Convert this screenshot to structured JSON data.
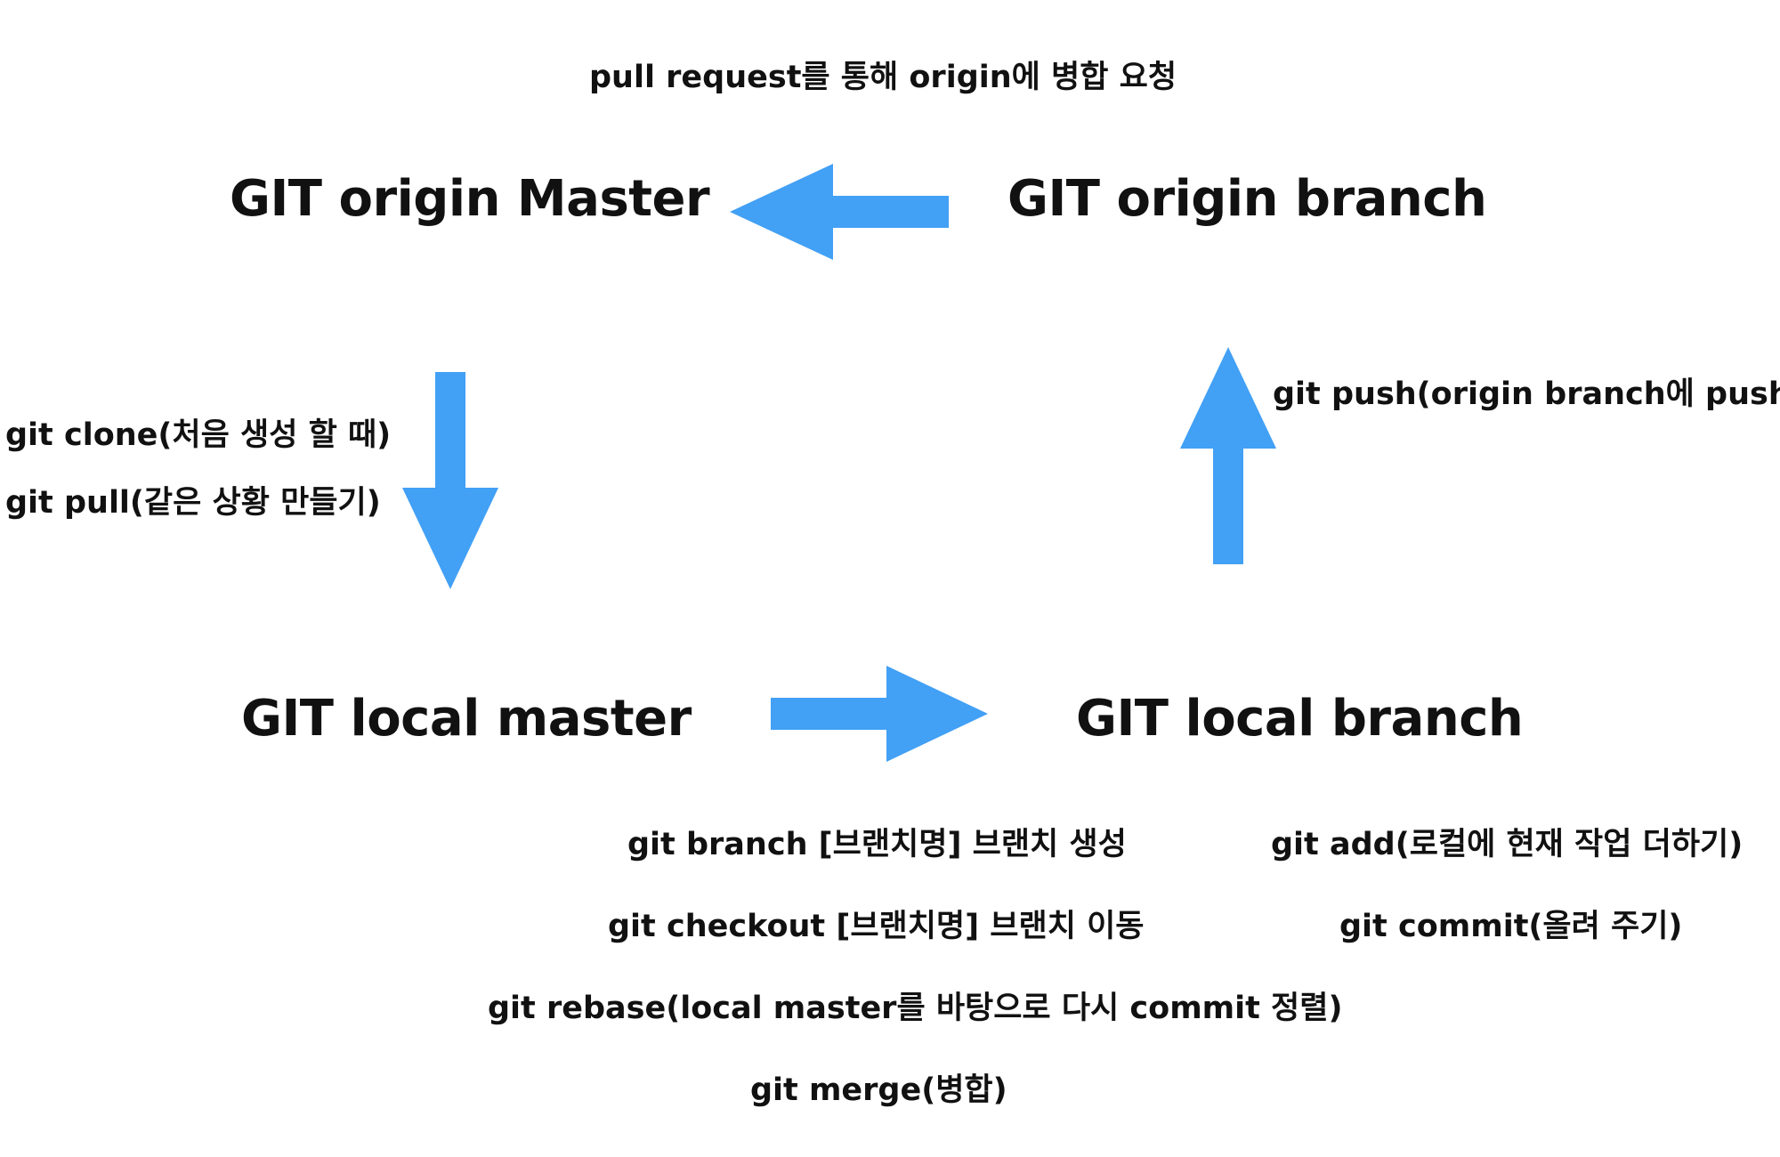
{
  "colors": {
    "arrow": "#42A0F5",
    "text": "#111111",
    "background": "#ffffff"
  },
  "nodes": {
    "origin_master": "GIT origin Master",
    "origin_branch": "GIT origin branch",
    "local_master": "GIT local master",
    "local_branch": "GIT local branch"
  },
  "labels": {
    "pull_request": "pull request를 통해 origin에 병합 요청",
    "clone": "git clone(처음 생성 할 때)",
    "pull": "git pull(같은 상황  만들기)",
    "push": "git push(origin branch에 push)",
    "branch_create": "git branch [브랜치명] 브랜치 생성",
    "checkout": "git checkout [브랜치명] 브랜치 이동",
    "rebase": "git rebase(local master를 바탕으로 다시 commit 정렬)",
    "merge": "git merge(병합)",
    "add": "git add(로컬에 현재 작업 더하기)",
    "commit": "git commit(올려 주기)"
  },
  "arrows": [
    {
      "name": "origin-branch-to-origin-master",
      "direction": "left"
    },
    {
      "name": "origin-master-to-local-master",
      "direction": "down"
    },
    {
      "name": "local-master-to-local-branch",
      "direction": "right"
    },
    {
      "name": "local-branch-to-origin-branch",
      "direction": "up"
    }
  ]
}
